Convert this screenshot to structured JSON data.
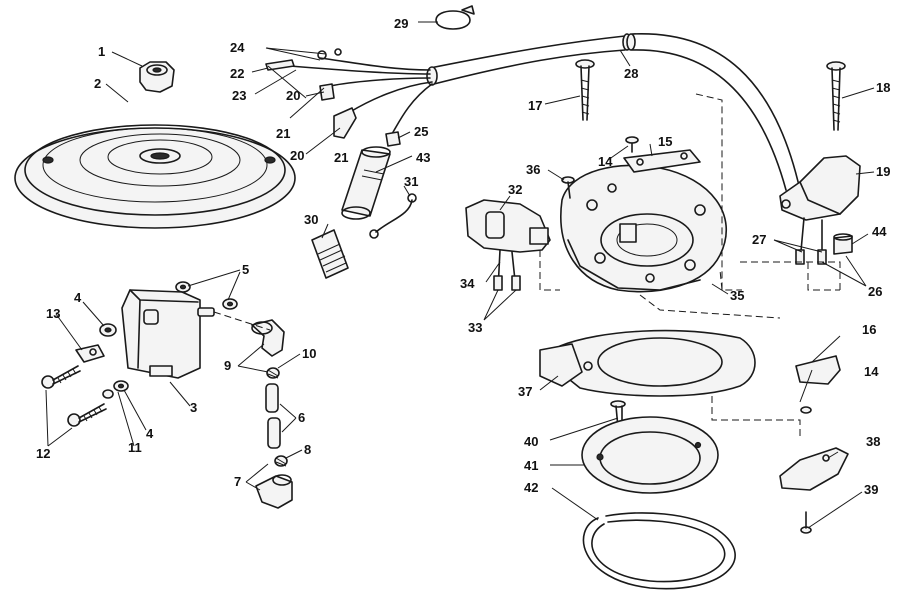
{
  "callouts": [
    {
      "id": "1",
      "label": "1"
    },
    {
      "id": "2",
      "label": "2"
    },
    {
      "id": "3",
      "label": "3"
    },
    {
      "id": "4a",
      "label": "4"
    },
    {
      "id": "4b",
      "label": "4"
    },
    {
      "id": "5",
      "label": "5"
    },
    {
      "id": "6",
      "label": "6"
    },
    {
      "id": "7",
      "label": "7"
    },
    {
      "id": "8",
      "label": "8"
    },
    {
      "id": "9",
      "label": "9"
    },
    {
      "id": "10",
      "label": "10"
    },
    {
      "id": "11",
      "label": "11"
    },
    {
      "id": "12",
      "label": "12"
    },
    {
      "id": "13",
      "label": "13"
    },
    {
      "id": "14a",
      "label": "14"
    },
    {
      "id": "14b",
      "label": "14"
    },
    {
      "id": "15",
      "label": "15"
    },
    {
      "id": "16",
      "label": "16"
    },
    {
      "id": "17",
      "label": "17"
    },
    {
      "id": "18",
      "label": "18"
    },
    {
      "id": "19",
      "label": "19"
    },
    {
      "id": "20a",
      "label": "20"
    },
    {
      "id": "20b",
      "label": "20"
    },
    {
      "id": "21a",
      "label": "21"
    },
    {
      "id": "21b",
      "label": "21"
    },
    {
      "id": "22",
      "label": "22"
    },
    {
      "id": "23",
      "label": "23"
    },
    {
      "id": "24",
      "label": "24"
    },
    {
      "id": "25",
      "label": "25"
    },
    {
      "id": "26",
      "label": "26"
    },
    {
      "id": "27",
      "label": "27"
    },
    {
      "id": "28",
      "label": "28"
    },
    {
      "id": "29",
      "label": "29"
    },
    {
      "id": "30",
      "label": "30"
    },
    {
      "id": "31",
      "label": "31"
    },
    {
      "id": "32",
      "label": "32"
    },
    {
      "id": "33",
      "label": "33"
    },
    {
      "id": "34",
      "label": "34"
    },
    {
      "id": "35",
      "label": "35"
    },
    {
      "id": "36",
      "label": "36"
    },
    {
      "id": "37",
      "label": "37"
    },
    {
      "id": "38",
      "label": "38"
    },
    {
      "id": "39",
      "label": "39"
    },
    {
      "id": "40",
      "label": "40"
    },
    {
      "id": "41",
      "label": "41"
    },
    {
      "id": "42",
      "label": "42"
    },
    {
      "id": "43",
      "label": "43"
    },
    {
      "id": "44",
      "label": "44"
    }
  ]
}
